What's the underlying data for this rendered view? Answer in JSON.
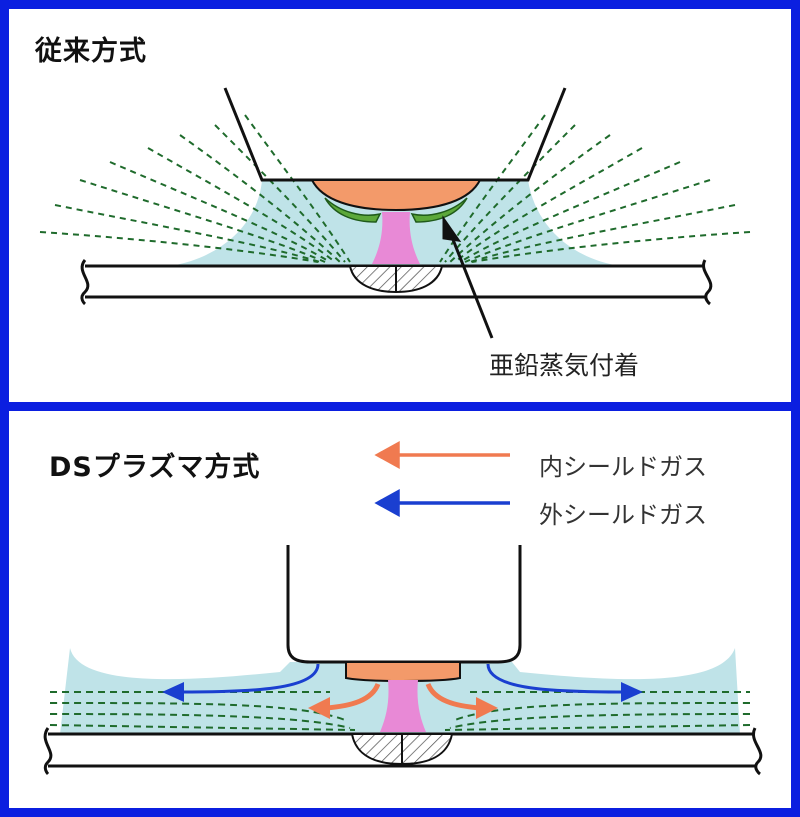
{
  "panel_top": {
    "title": "従来方式",
    "callout": "亜鉛蒸気付着"
  },
  "panel_bottom": {
    "title": "DSプラズマ方式",
    "legend": [
      {
        "label": "内シールドガス",
        "color": "#f07a50"
      },
      {
        "label": "外シールドガス",
        "color": "#1a3fd0"
      }
    ]
  },
  "colors": {
    "frame": "#0b1fe0",
    "gas_cloud": "#bfe3e8",
    "flow_lines": "#1f6b2c",
    "electrode_tip": "#f39a6a",
    "zinc_deposit": "#5ca83a",
    "arc": "#e889d6",
    "inner_gas_arrow": "#f07a50",
    "outer_gas_arrow": "#1a3fd0"
  }
}
